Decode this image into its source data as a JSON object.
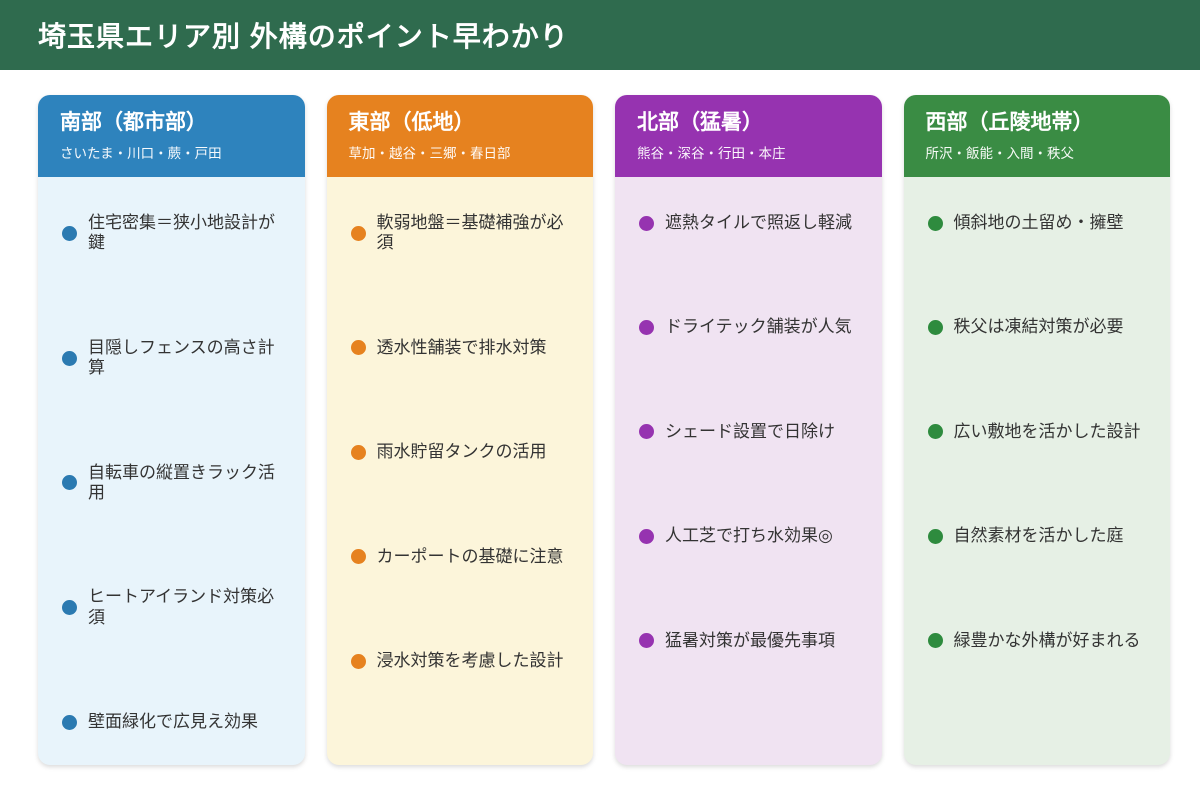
{
  "page": {
    "title": "埼玉県エリア別 外構のポイント早わかり",
    "banner_color": "#2f6b4e"
  },
  "columns": [
    {
      "title": "南部（都市部）",
      "subtitle": "さいたま・川口・蕨・戸田",
      "colors": {
        "header": "#2e83bd",
        "body": "#e8f4fb",
        "dot": "#2b7ab1"
      },
      "items": [
        "住宅密集＝狭小地設計が鍵",
        "目隠しフェンスの高さ計算",
        "自転車の縦置きラック活用",
        "ヒートアイランド対策必須",
        "壁面緑化で広見え効果"
      ]
    },
    {
      "title": "東部（低地）",
      "subtitle": "草加・越谷・三郷・春日部",
      "colors": {
        "header": "#e6821f",
        "body": "#fcf5da",
        "dot": "#e6821f"
      },
      "items": [
        "軟弱地盤＝基礎補強が必須",
        "透水性舗装で排水対策",
        "雨水貯留タンクの活用",
        "カーポートの基礎に注意",
        "浸水対策を考慮した設計"
      ]
    },
    {
      "title": "北部（猛暑）",
      "subtitle": "熊谷・深谷・行田・本庄",
      "colors": {
        "header": "#9633b0",
        "body": "#f0e3f2",
        "dot": "#9633b0"
      },
      "items": [
        "遮熱タイルで照返し軽減",
        "ドライテック舗装が人気",
        "シェード設置で日除け",
        "人工芝で打ち水効果◎",
        "猛暑対策が最優先事項"
      ]
    },
    {
      "title": "西部（丘陵地帯）",
      "subtitle": "所沢・飯能・入間・秩父",
      "colors": {
        "header": "#3a8c44",
        "body": "#e6f0e5",
        "dot": "#2e8b3e"
      },
      "items": [
        "傾斜地の土留め・擁壁",
        "秩父は凍結対策が必要",
        "広い敷地を活かした設計",
        "自然素材を活かした庭",
        "緑豊かな外構が好まれる"
      ]
    }
  ]
}
